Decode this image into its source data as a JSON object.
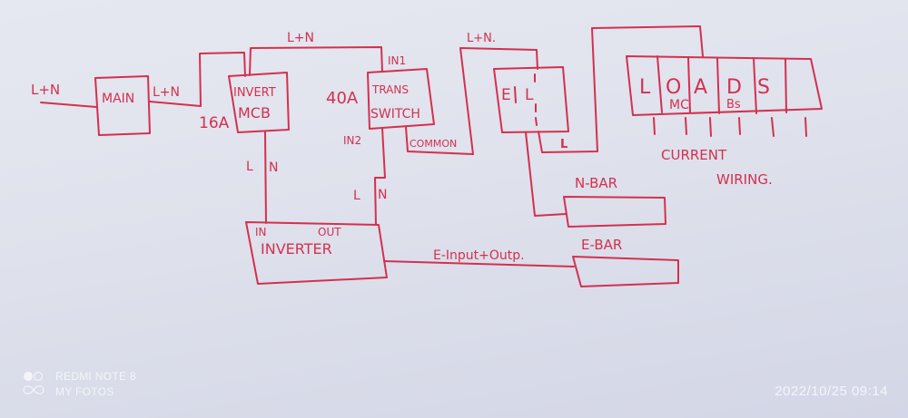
{
  "diagram": {
    "ink_color": "#d2314f",
    "input_label": "L+N",
    "main_label": "MAIN",
    "main_to_mcb_label": "L+N",
    "mcb": {
      "line1": "INVERT",
      "line2": "MCB",
      "rating": "16A"
    },
    "mcb_to_switch_label": "L+N",
    "transfer_switch": {
      "line1": "TRANS",
      "line2": "SWITCH",
      "rating": "40A",
      "in1": "IN1",
      "in2": "IN2",
      "common": "COMMON"
    },
    "mcb_to_inverter_label": {
      "l": "L",
      "n": "N"
    },
    "inverter_to_switch_label": {
      "l": "L",
      "n": "N"
    },
    "inverter": {
      "in": "IN",
      "out": "OUT",
      "title": "INVERTER"
    },
    "common_to_el_label": "L+N.",
    "el_box": {
      "e": "E",
      "l": "L"
    },
    "el_to_loads_label": "L",
    "n_bar": "N-BAR",
    "e_bar": "E-BAR",
    "earth_wire_label": "E-Input+Outp.",
    "loads": {
      "letters": [
        "L",
        "O",
        "A",
        "D",
        "S"
      ],
      "sub1": "MC",
      "sub2": "Bs"
    },
    "current_wiring": {
      "line1": "CURRENT",
      "line2": "WIRING."
    }
  },
  "watermark": {
    "device": "REDMI NOTE 8",
    "app": "MY FOTOS",
    "icon": "dual-camera-icon"
  },
  "timestamp": "2022/10/25 09:14"
}
